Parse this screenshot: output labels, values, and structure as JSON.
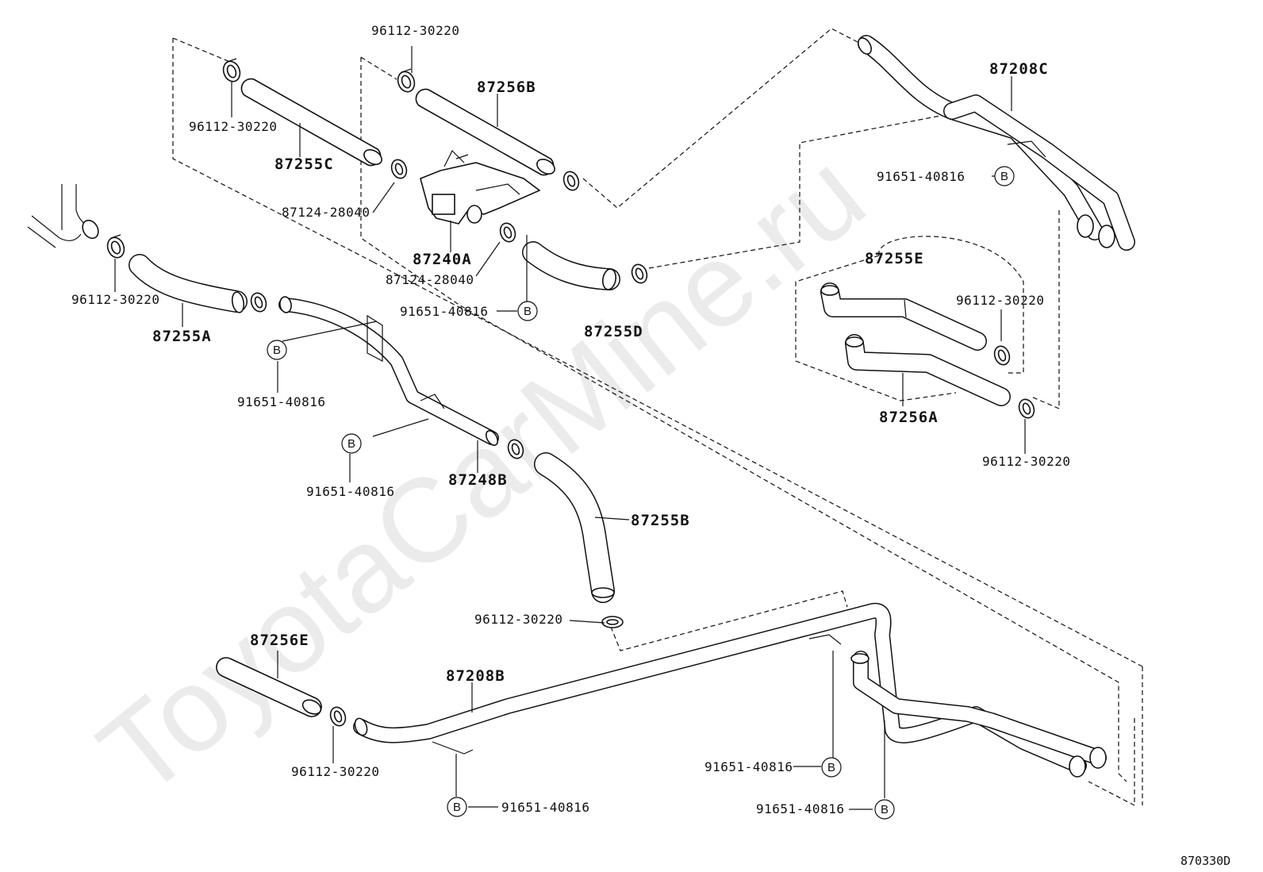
{
  "watermark": "ToyotaCarMine.ru",
  "figure_code": "870330D",
  "parts": {
    "p87208C": "87208C",
    "p87256B": "87256B",
    "p87255C": "87255C",
    "p87240A": "87240A",
    "p87255A": "87255A",
    "p87255D": "87255D",
    "p87255E": "87255E",
    "p87256A": "87256A",
    "p87248B": "87248B",
    "p87255B": "87255B",
    "p87256E": "87256E",
    "p87208B": "87208B"
  },
  "clamp_part": "96112-30220",
  "clip_part": "87124-28040",
  "bracket_part": "91651-40816",
  "bracket_marker": "B"
}
